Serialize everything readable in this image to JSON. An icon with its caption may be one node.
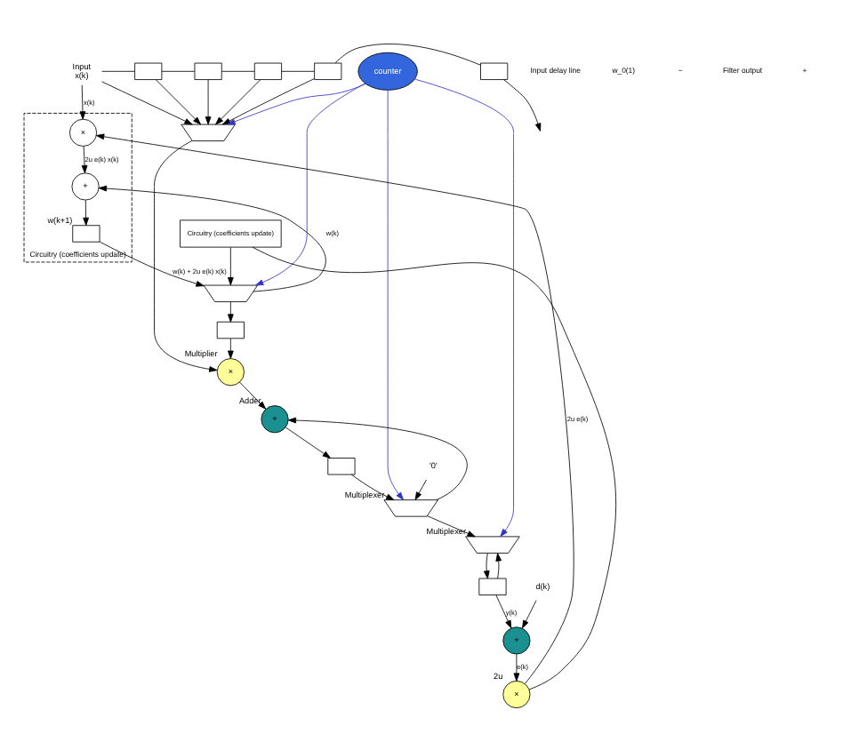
{
  "diagram": {
    "nodes": [
      {
        "text": [
          "Input",
          "x(k)"
        ]
      },
      {
        "text": [],
        "shape": "box"
      },
      {
        "text": [],
        "shape": "box"
      },
      {
        "text": [],
        "shape": "box"
      },
      {
        "text": [],
        "shape": "box"
      },
      {
        "text": [],
        "shape": "box"
      },
      {
        "text": [],
        "shape": "trapezoid"
      },
      {
        "text": [
          "×"
        ],
        "beside": [
          "Multiplier"
        ]
      },
      {
        "text": [
          "Circuitry (coefficients update)"
        ]
      },
      {
        "text": [
          "×"
        ],
        "in": 8
      },
      {
        "text": [
          "+"
        ],
        "in": 8
      },
      {
        "text": [],
        "shape": "box",
        "in": 8,
        "beside": [
          "w(k+1)"
        ]
      },
      {
        "text": [],
        "shape": "trapezoid"
      },
      {
        "text": [],
        "shape": "box"
      },
      {
        "text": [
          "Circuitry (coefficients update)"
        ]
      },
      {
        "text": [
          "counter"
        ]
      },
      {
        "text": [
          "+"
        ],
        "beside": [
          "Adder"
        ]
      },
      {
        "text": [],
        "shape": "box"
      },
      {
        "text": [],
        "shape": "trapezoid",
        "beside": [
          "Multiplexer"
        ]
      },
      {
        "text": [],
        "shape": "trapezoid",
        "beside": [
          "Multiplexer"
        ]
      },
      {
        "text": [],
        "shape": "box"
      },
      {
        "text": [
          "+"
        ]
      },
      {
        "text": [
          "×"
        ],
        "beside": [
          "2u"
        ]
      },
      {
        "text": [
          "d(k)"
        ]
      },
      {
        "text": [
          "'0'"
        ]
      }
    ],
    "edges": [
      {
        "from": 0,
        "to": 1,
        "arrow": "none"
      },
      {
        "from": 1,
        "to": 2,
        "arrow": "none"
      },
      {
        "from": 2,
        "to": 3,
        "arrow": "none"
      },
      {
        "from": 3,
        "to": 4,
        "arrow": "none"
      },
      {
        "from": 4,
        "to": 5,
        "arrow": "none"
      },
      {
        "from": 5,
        "to": null,
        "arrow": "to"
      },
      {
        "from": 0,
        "to": 6,
        "arrow": "to"
      },
      {
        "from": 1,
        "to": 6,
        "arrow": "to"
      },
      {
        "from": 2,
        "to": 6,
        "arrow": "to"
      },
      {
        "from": 3,
        "to": 6,
        "arrow": "to"
      },
      {
        "from": 4,
        "to": 6,
        "arrow": "to"
      },
      {
        "from": 0,
        "to": 9,
        "arrow": "to",
        "label": "x(k)"
      },
      {
        "from": 15,
        "to": 6,
        "arrow": "to",
        "color": "#3333cc"
      },
      {
        "from": 15,
        "to": 12,
        "arrow": "to",
        "color": "#3333cc"
      },
      {
        "from": 15,
        "to": 18,
        "arrow": "to",
        "color": "#3333cc"
      },
      {
        "from": 15,
        "to": 19,
        "arrow": "to",
        "color": "#3333cc"
      },
      {
        "from": 6,
        "to": 7,
        "arrow": "to"
      },
      {
        "from": 9,
        "to": 10,
        "arrow": "to",
        "label": "2u e(k) x(k)"
      },
      {
        "from": 10,
        "to": 11,
        "arrow": "to"
      },
      {
        "from": 11,
        "to": 12,
        "arrow": "to",
        "label": "w(k) + 2u e(k) x(k)"
      },
      {
        "from": 12,
        "to": 10,
        "arrow": "to",
        "label": "w(k)"
      },
      {
        "from": 14,
        "to": 12,
        "arrow": "to"
      },
      {
        "from": 12,
        "to": 13,
        "arrow": "to"
      },
      {
        "from": 13,
        "to": 7,
        "arrow": "to"
      },
      {
        "from": 7,
        "to": 16,
        "arrow": "to"
      },
      {
        "from": 16,
        "to": 17,
        "arrow": "to"
      },
      {
        "from": 17,
        "to": 18,
        "arrow": "to"
      },
      {
        "from": 24,
        "to": 18,
        "arrow": "to"
      },
      {
        "from": 18,
        "to": 16,
        "arrow": "to"
      },
      {
        "from": 18,
        "to": 19,
        "arrow": "to"
      },
      {
        "from": 19,
        "to": 20,
        "arrow": "to"
      },
      {
        "from": 20,
        "to": 19,
        "arrow": "to"
      },
      {
        "from": 20,
        "to": 21,
        "arrow": "to",
        "label": "y(k)"
      },
      {
        "from": 23,
        "to": 21,
        "arrow": "to"
      },
      {
        "from": 21,
        "to": 22,
        "arrow": "to",
        "label": "e(k)"
      },
      {
        "from": 22,
        "to": 9,
        "arrow": "to",
        "label": "2u e(k)"
      },
      {
        "from": 22,
        "to": 14,
        "arrow": "none"
      }
    ],
    "labels": [
      "Input delay line",
      "w_0(1)",
      "−",
      "Filter output",
      "+"
    ]
  }
}
